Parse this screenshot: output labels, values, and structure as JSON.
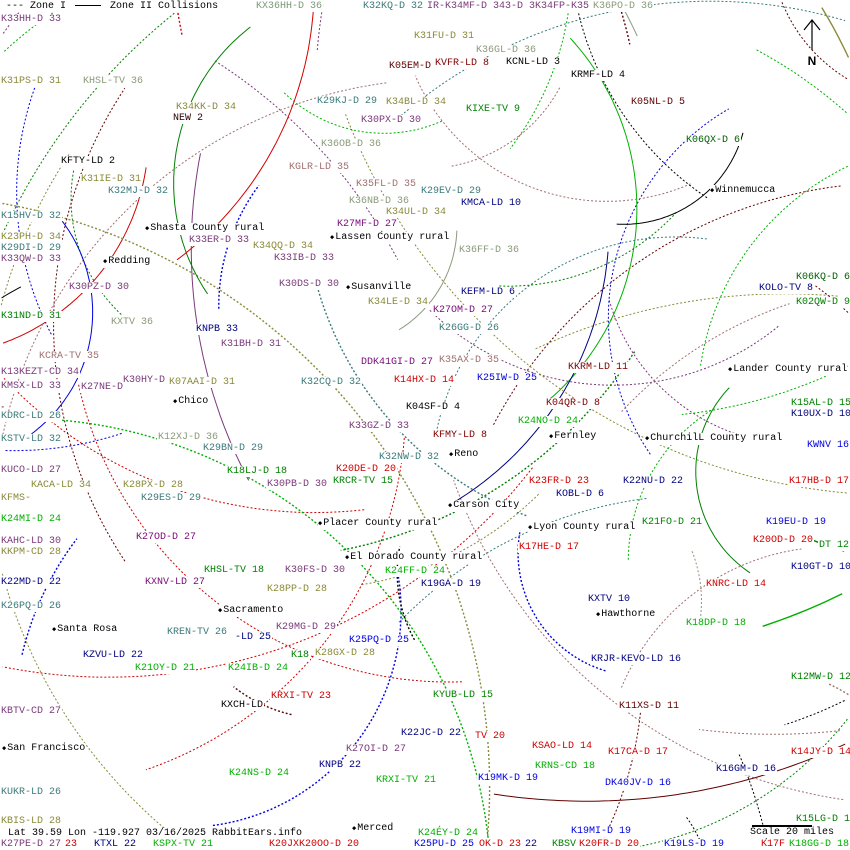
{
  "legend": {
    "zone1": "--- Zone I",
    "zone2": "Zone II Collisions"
  },
  "north": "N",
  "footer": "Lat 39.59 Lon -119.927 03/16/2025 RabbitEars.info",
  "scale": "Scale 20 miles",
  "cities": [
    "Winnemucca",
    "Shasta County rural",
    "Lassen County rural",
    "Redding",
    "Susanville",
    "Lander County rural",
    "Chico",
    "Fernley",
    "ChurchilL County rural",
    "Reno",
    "Carson City",
    "Placer County rural",
    "Lyon County rural",
    "El Dorado County rural",
    "Sacramento",
    "Hawthorne",
    "Santa Rosa",
    "San Francisco",
    "Merced"
  ],
  "stations": [
    {
      "t": "K33HH-D 33",
      "c": "#7a3a7a"
    },
    {
      "t": "KX36HH-D 36",
      "c": "#7a9a7a"
    },
    {
      "t": "K32KQ-D 32",
      "c": "#3a7a7a"
    },
    {
      "t": "IR-K34MF-D 343-D 3K34FP-K35",
      "c": "#7a3a7a"
    },
    {
      "t": "K36PO-D 36",
      "c": "#8a9a7a"
    },
    {
      "t": "K31FU-D 31",
      "c": "#8a8a3a"
    },
    {
      "t": "K36GL-D 36",
      "c": "#8a9a7a"
    },
    {
      "t": "KCNL-LD 3",
      "c": "#000000"
    },
    {
      "t": "K05EM-D",
      "c": "#600000"
    },
    {
      "t": "KVFR-LD 8",
      "c": "#800000"
    },
    {
      "t": "KRMF-LD 4",
      "c": "#000000"
    },
    {
      "t": "K05NL-D 5",
      "c": "#600000"
    },
    {
      "t": "KIXE-TV 9",
      "c": "#008000"
    },
    {
      "t": "K06QX-D 6",
      "c": "#006000"
    },
    {
      "t": "K31PS-D 31",
      "c": "#8a8a3a"
    },
    {
      "t": "KHSL-TV 36",
      "c": "#8a9a7a"
    },
    {
      "t": "K34KK-D 34",
      "c": "#8a8a3a"
    },
    {
      "t": "NEW 2",
      "c": "#300000"
    },
    {
      "t": "K29KJ-D 29",
      "c": "#3a7a7a"
    },
    {
      "t": "K34BL-D 34",
      "c": "#8a8a3a"
    },
    {
      "t": "K30PX-D 30",
      "c": "#7a3a7a"
    },
    {
      "t": "K36OB-D 36",
      "c": "#8a9a7a"
    },
    {
      "t": "KFTY-LD 2",
      "c": "#000000"
    },
    {
      "t": "KGLR-LD 35",
      "c": "#a07070"
    },
    {
      "t": "K31IE-D 31",
      "c": "#8a8a3a"
    },
    {
      "t": "K32MJ-D 32",
      "c": "#3a7a7a"
    },
    {
      "t": "K35FL-D 35",
      "c": "#a07070"
    },
    {
      "t": "K29EV-D 29",
      "c": "#3a7a7a"
    },
    {
      "t": "KMCA-LD 10",
      "c": "#000080"
    },
    {
      "t": "K36NB-D 36",
      "c": "#8a9a7a"
    },
    {
      "t": "K34UL-D 34",
      "c": "#8a8a3a"
    },
    {
      "t": "K15HV-D 32",
      "c": "#3a7a7a"
    },
    {
      "t": "K27MF-D 27",
      "c": "#7a0a7a"
    },
    {
      "t": "K23PH-D 34",
      "c": "#8a8a3a"
    },
    {
      "t": "K29DI-D 29",
      "c": "#3a7a7a"
    },
    {
      "t": "K33ER-D 33",
      "c": "#7a3a7a"
    },
    {
      "t": "K34QQ-D 34",
      "c": "#8a8a3a"
    },
    {
      "t": "K33IB-D 33",
      "c": "#7a3a7a"
    },
    {
      "t": "K33QW-D 33",
      "c": "#7a3a7a"
    },
    {
      "t": "K36FF-D 36",
      "c": "#8a9a7a"
    },
    {
      "t": "K06KQ-D 6",
      "c": "#006000"
    },
    {
      "t": "KOLO-TV 8",
      "c": "#000080"
    },
    {
      "t": "K02QW-D 9",
      "c": "#008000"
    },
    {
      "t": "K30PZ-D 30",
      "c": "#7a3a7a"
    },
    {
      "t": "K30DS-D 30",
      "c": "#7a3a7a"
    },
    {
      "t": "KEFM-LD 6",
      "c": "#000080"
    },
    {
      "t": "K34LE-D 34",
      "c": "#8a8a3a"
    },
    {
      "t": "K31ND-D 31",
      "c": "#008000"
    },
    {
      "t": "KXTV 36",
      "c": "#8a9a7a"
    },
    {
      "t": "KNPB 33",
      "c": "#000080"
    },
    {
      "t": "K27OM-D 27",
      "c": "#7a0a7a"
    },
    {
      "t": "K26GG-D 26",
      "c": "#3a7a7a"
    },
    {
      "t": "K31BH-D 31",
      "c": "#7a3a7a"
    },
    {
      "t": "K35AX-D 35",
      "c": "#a07070"
    },
    {
      "t": "KCRA-TV 35",
      "c": "#a07070"
    },
    {
      "t": "DDK41GI-D 27",
      "c": "#7a0a7a"
    },
    {
      "t": "K13KEZT-CD 34",
      "c": "#7a3a7a"
    },
    {
      "t": "KKRM-LD 11",
      "c": "#800000"
    },
    {
      "t": "K30HY-D",
      "c": "#7a3a7a"
    },
    {
      "t": "K14HX-D 14",
      "c": "#d00000"
    },
    {
      "t": "K25IW-D 25",
      "c": "#0000e0"
    },
    {
      "t": "KMSX-LD 33",
      "c": "#7a3a7a"
    },
    {
      "t": "K27NE-D",
      "c": "#7a3a7a"
    },
    {
      "t": "K07AAI-D 31",
      "c": "#8a8a3a"
    },
    {
      "t": "K32CQ-D 32",
      "c": "#3a7a7a"
    },
    {
      "t": "K15AL-D 15",
      "c": "#008000"
    },
    {
      "t": "K10UX-D 10",
      "c": "#000080"
    },
    {
      "t": "K04QR-D 8",
      "c": "#800000"
    },
    {
      "t": "K04SF-D 4",
      "c": "#000000"
    },
    {
      "t": "KDRC-LD 26",
      "c": "#3a7a7a"
    },
    {
      "t": "K24NO-D 24",
      "c": "#00b000"
    },
    {
      "t": "K33GZ-D 33",
      "c": "#7a3a7a"
    },
    {
      "t": "K12XJ-D 36",
      "c": "#8a9a7a"
    },
    {
      "t": "KFMY-LD 8",
      "c": "#800000"
    },
    {
      "t": "KSTV-LD 32",
      "c": "#3a7a7a"
    },
    {
      "t": "K29BN-D 29",
      "c": "#3a7a7a"
    },
    {
      "t": "KWNV 16",
      "c": "#0000e0"
    },
    {
      "t": "K32NW-D 32",
      "c": "#3a7a7a"
    },
    {
      "t": "K20DE-D 20",
      "c": "#d00000"
    },
    {
      "t": "KUCO-LD 27",
      "c": "#7a3a7a"
    },
    {
      "t": "K18LJ-D 18",
      "c": "#008000"
    },
    {
      "t": "KRCR-TV 15",
      "c": "#008000"
    },
    {
      "t": "K23FR-D 23",
      "c": "#d00000"
    },
    {
      "t": "K22NU-D 22",
      "c": "#000080"
    },
    {
      "t": "K17HB-D 17",
      "c": "#d00000"
    },
    {
      "t": "K28PX-D 28",
      "c": "#8a8a3a"
    },
    {
      "t": "K30PB-D 30",
      "c": "#7a3a7a"
    },
    {
      "t": "KACA-LD 34",
      "c": "#8a8a3a"
    },
    {
      "t": "KFMS-",
      "c": "#8a8a3a"
    },
    {
      "t": "KOBL-D 6",
      "c": "#000080"
    },
    {
      "t": "K29ES-D 29",
      "c": "#3a7a7a"
    },
    {
      "t": "K24MI-D 24",
      "c": "#00b000"
    },
    {
      "t": "K21FO-D 21",
      "c": "#008000"
    },
    {
      "t": "K19EU-D 19",
      "c": "#0000e0"
    },
    {
      "t": "KAHC-LD 30",
      "c": "#7a3a7a"
    },
    {
      "t": "K27OD-D 27",
      "c": "#7a0a7a"
    },
    {
      "t": "K17HE-D 17",
      "c": "#d00000"
    },
    {
      "t": "K20OD-D 20",
      "c": "#d00000"
    },
    {
      "t": "DT 12",
      "c": "#008000"
    },
    {
      "t": "KKPM-CD 28",
      "c": "#8a8a3a"
    },
    {
      "t": "KHSL-TV 18",
      "c": "#008000"
    },
    {
      "t": "K30FS-D 30",
      "c": "#7a3a7a"
    },
    {
      "t": "K24FF-D 24",
      "c": "#00b000"
    },
    {
      "t": "K10GT-D 10",
      "c": "#000080"
    },
    {
      "t": "K22MD-D 22",
      "c": "#000080"
    },
    {
      "t": "KXNV-LD 27",
      "c": "#7a0a7a"
    },
    {
      "t": "K19GA-D 19",
      "c": "#000080"
    },
    {
      "t": "KNRC-LD 14",
      "c": "#d00000"
    },
    {
      "t": "K28PP-D 28",
      "c": "#8a8a3a"
    },
    {
      "t": "K26PQ-D 26",
      "c": "#3a7a7a"
    },
    {
      "t": "KXTV 10",
      "c": "#000080"
    },
    {
      "t": "K18DP-D 18",
      "c": "#00b000"
    },
    {
      "t": "K29MG-D 29",
      "c": "#7a3a7a"
    },
    {
      "t": "KREN-TV 26",
      "c": "#3a7a7a"
    },
    {
      "t": "-LD 25",
      "c": "#000080"
    },
    {
      "t": "K25PQ-D 25",
      "c": "#0000e0"
    },
    {
      "t": "KZVU-LD 22",
      "c": "#000080"
    },
    {
      "t": "K28GX-D 28",
      "c": "#8a8a3a"
    },
    {
      "t": "K18",
      "c": "#008000"
    },
    {
      "t": "KRJR-KEVO-LD 16",
      "c": "#000080"
    },
    {
      "t": "K21OY-D 21",
      "c": "#00b000"
    },
    {
      "t": "K24IB-D 24",
      "c": "#00b000"
    },
    {
      "t": "K12MW-D 12",
      "c": "#008000"
    },
    {
      "t": "KRXI-TV 23",
      "c": "#d00000"
    },
    {
      "t": "KYUB-LD 15",
      "c": "#008000"
    },
    {
      "t": "KBTV-CD 27",
      "c": "#7a3a7a"
    },
    {
      "t": "KXCH-LD",
      "c": "#000000"
    },
    {
      "t": "K11XS-D 11",
      "c": "#600000"
    },
    {
      "t": "K22JC-D 22",
      "c": "#000080"
    },
    {
      "t": "TV 20",
      "c": "#d00000"
    },
    {
      "t": "KSAO-LD 14",
      "c": "#d00000"
    },
    {
      "t": "K17CA-D 17",
      "c": "#d00000"
    },
    {
      "t": "K14JY-D 14",
      "c": "#d00000"
    },
    {
      "t": "K27OI-D 27",
      "c": "#7a3a7a"
    },
    {
      "t": "KNPB 22",
      "c": "#000080"
    },
    {
      "t": "KRNS-CD 18",
      "c": "#00b000"
    },
    {
      "t": "K16GM-D 16",
      "c": "#000080"
    },
    {
      "t": "K24NS-D 24",
      "c": "#00b000"
    },
    {
      "t": "KRXI-TV 21",
      "c": "#00b000"
    },
    {
      "t": "K19MK-D 19",
      "c": "#0000e0"
    },
    {
      "t": "DK40JV-D 16",
      "c": "#0000e0"
    },
    {
      "t": "KUKR-LD 26",
      "c": "#3a7a7a"
    },
    {
      "t": "K15LG-D 15",
      "c": "#008000"
    },
    {
      "t": "KBIS-LD 28",
      "c": "#8a8a3a"
    },
    {
      "t": "K24EY-D 24",
      "c": "#00b000"
    },
    {
      "t": "K19MI-D 19",
      "c": "#0000e0"
    },
    {
      "t": "K27PE-D 27",
      "c": "#7a3a7a"
    },
    {
      "t": "23",
      "c": "#d00000"
    },
    {
      "t": "KTXL 22",
      "c": "#000080"
    },
    {
      "t": "KSPX-TV 21",
      "c": "#00b000"
    },
    {
      "t": "K20JXK20OO-D 20",
      "c": "#d00000"
    },
    {
      "t": "K25PU-D 25",
      "c": "#0000e0"
    },
    {
      "t": "OK-D 23",
      "c": "#d00000"
    },
    {
      "t": "22",
      "c": "#000080"
    },
    {
      "t": "KBSV",
      "c": "#008000"
    },
    {
      "t": "K20FR-D 20",
      "c": "#d00000"
    },
    {
      "t": "K19LS-D 19",
      "c": "#0000e0"
    },
    {
      "t": "K17F",
      "c": "#d00000"
    },
    {
      "t": "K18GG-D 18",
      "c": "#00b000"
    }
  ],
  "palette": [
    "#8a8a3a",
    "#8a9a7a",
    "#3a7a7a",
    "#7a3a7a",
    "#a07070",
    "#000080",
    "#0000e0",
    "#008000",
    "#00b000",
    "#d00000",
    "#600000",
    "#000000"
  ]
}
